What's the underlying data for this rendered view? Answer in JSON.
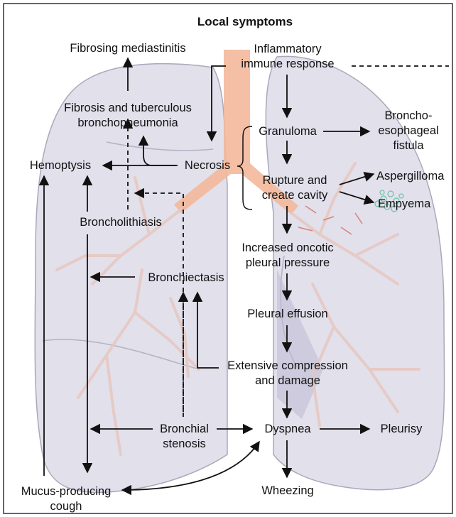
{
  "title": "Local symptoms",
  "nodes": {
    "fibrosing_mediastinitis": "Fibrosing mediastinitis",
    "inflammatory_1": "Inflammatory",
    "inflammatory_2": "immune response",
    "fibrosis_1": "Fibrosis and tuberculous",
    "fibrosis_2": "bronchopneumonia",
    "hemoptysis": "Hemoptysis",
    "necrosis": "Necrosis",
    "granuloma": "Granuloma",
    "broncho_1": "Broncho-",
    "broncho_2": "esophageal",
    "broncho_3": "fistula",
    "rupture_1": "Rupture and",
    "rupture_2": "create cavity",
    "aspergilloma": "Aspergilloma",
    "empyema": "Empyema",
    "broncholithiasis": "Broncholithiasis",
    "oncotic_1": "Increased oncotic",
    "oncotic_2": "pleural pressure",
    "bronchiectasis": "Bronchiectasis",
    "pleural_effusion": "Pleural effusion",
    "compression_1": "Extensive compression",
    "compression_2": "and damage",
    "stenosis_1": "Bronchial",
    "stenosis_2": "stenosis",
    "dyspnea": "Dyspnea",
    "pleurisy": "Pleurisy",
    "mucus_1": "Mucus-producing",
    "mucus_2": "cough",
    "wheezing": "Wheezing"
  },
  "colors": {
    "frame": "#333333",
    "lung_fill": "#dcdbe8",
    "lung_stroke": "#9b9ab0",
    "trachea": "#f3b89a",
    "airway": "#e8c7c0",
    "vessel": "#d9634f",
    "arrow": "#111111",
    "text": "#111111",
    "aspergilloma_dots": "#6cc2a6"
  }
}
